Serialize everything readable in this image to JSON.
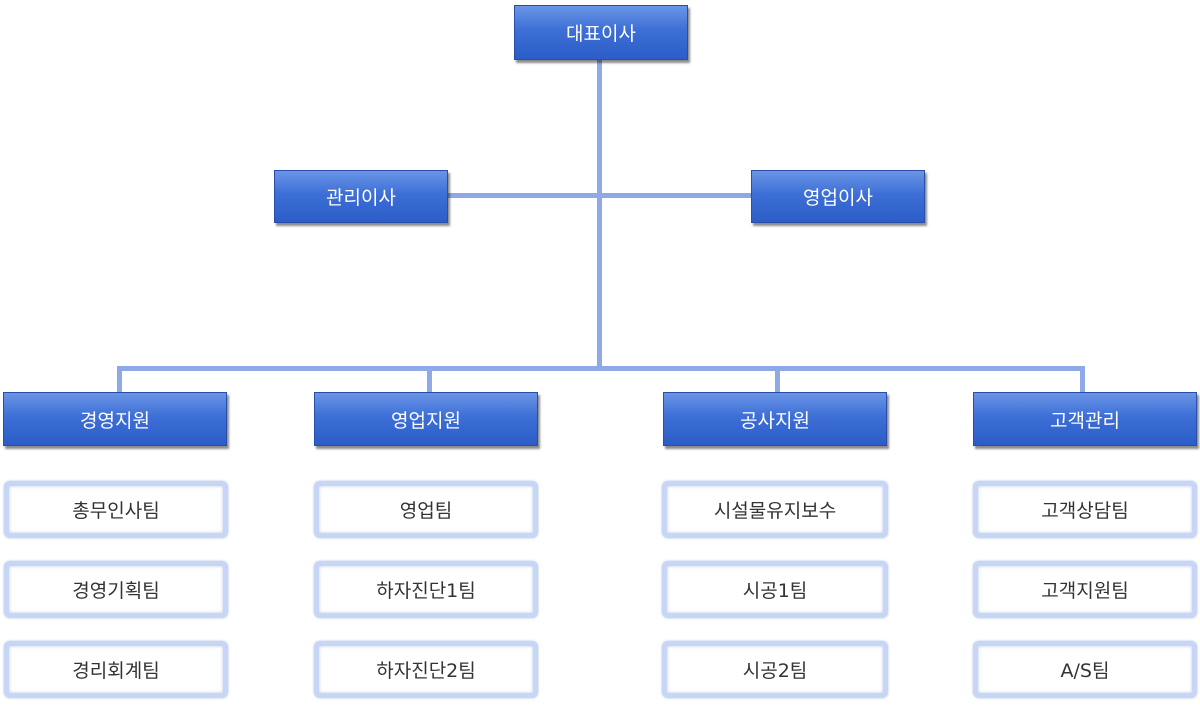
{
  "chart": {
    "ceo": "대표이사",
    "directors": [
      "관리이사",
      "영업이사"
    ],
    "divisions": [
      {
        "name": "경영지원",
        "teams": [
          "총무인사팀",
          "경영기획팀",
          "경리회계팀"
        ]
      },
      {
        "name": "영업지원",
        "teams": [
          "영업팀",
          "하자진단1팀",
          "하자진단2팀"
        ]
      },
      {
        "name": "공사지원",
        "teams": [
          "시설물유지보수",
          "시공1팀",
          "시공2팀"
        ]
      },
      {
        "name": "고객관리",
        "teams": [
          "고객상담팀",
          "고객지원팀",
          "A/S팀"
        ]
      }
    ]
  },
  "colors": {
    "box_fill": "#3d6fd6",
    "connector": "#8fa8e6",
    "team_border": "#c8d6f6"
  }
}
